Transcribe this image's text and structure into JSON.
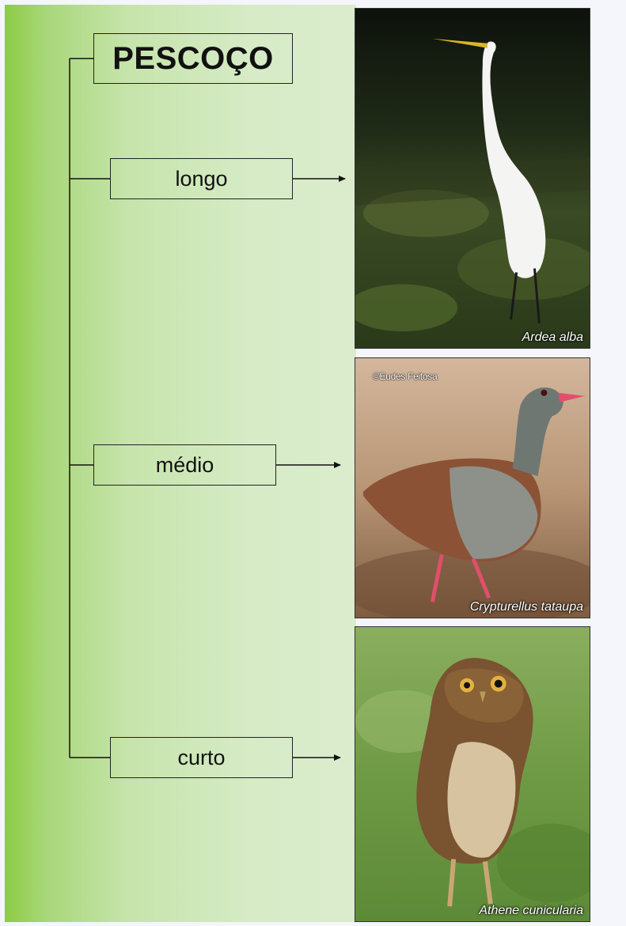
{
  "diagram": {
    "title": "PESCOÇO",
    "options": [
      {
        "label": "longo",
        "species": "Ardea alba"
      },
      {
        "label": "médio",
        "species": "Crypturellus tataupa",
        "credit": "©Eudes Feitosa"
      },
      {
        "label": "curto",
        "species": "Athene cunicularia"
      }
    ]
  },
  "colors": {
    "panel_gradient_start": "#8dcb45",
    "panel_gradient_end": "#dbeccd",
    "line": "#111111"
  }
}
